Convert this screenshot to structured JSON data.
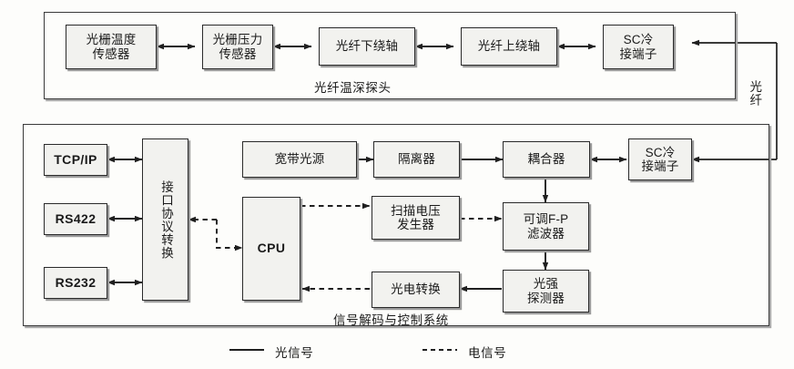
{
  "diagram": {
    "title_top_group": "光纤温深探头",
    "title_bottom_group": "信号解码与控制系统",
    "fiber_link_label": "光纤"
  },
  "probe_section": {
    "nodes": [
      {
        "id": "grating-temp-sensor",
        "label": "光栅温度\n传感器"
      },
      {
        "id": "grating-pressure-sensor",
        "label": "光栅压力\n传感器"
      },
      {
        "id": "fiber-down-spool",
        "label": "光纤下绕轴"
      },
      {
        "id": "fiber-up-spool",
        "label": "光纤上绕轴"
      },
      {
        "id": "sc-cold-terminal-probe",
        "label": "SC冷\n接端子"
      }
    ]
  },
  "control_section": {
    "interface_nodes": [
      {
        "id": "tcpip",
        "label": "TCP/IP"
      },
      {
        "id": "rs422",
        "label": "RS422"
      },
      {
        "id": "rs232",
        "label": "RS232"
      }
    ],
    "protocol_converter": {
      "id": "protocol-converter",
      "label": "接口协议转换"
    },
    "cpu": {
      "id": "cpu",
      "label": "CPU"
    },
    "optical_chain": [
      {
        "id": "broadband-light-source",
        "label": "宽带光源"
      },
      {
        "id": "isolator",
        "label": "隔离器"
      },
      {
        "id": "coupler",
        "label": "耦合器"
      },
      {
        "id": "sc-cold-terminal-unit",
        "label": "SC冷\n接端子"
      }
    ],
    "processing_nodes": [
      {
        "id": "scan-voltage-generator",
        "label": "扫描电压\n发生器"
      },
      {
        "id": "tunable-fp-filter",
        "label": "可调F-P\n滤波器"
      },
      {
        "id": "photoelectric-converter",
        "label": "光电转换"
      },
      {
        "id": "intensity-detector",
        "label": "光强\n探测器"
      }
    ]
  },
  "legend": {
    "optical": "光信号",
    "electrical": "电信号"
  },
  "colors": {
    "page_background": "#fdfdfb",
    "box_fill": "#f2f2ef",
    "line": "#1f1f1f",
    "shadow": "#9a9a9a",
    "text": "#1a1a1a"
  }
}
